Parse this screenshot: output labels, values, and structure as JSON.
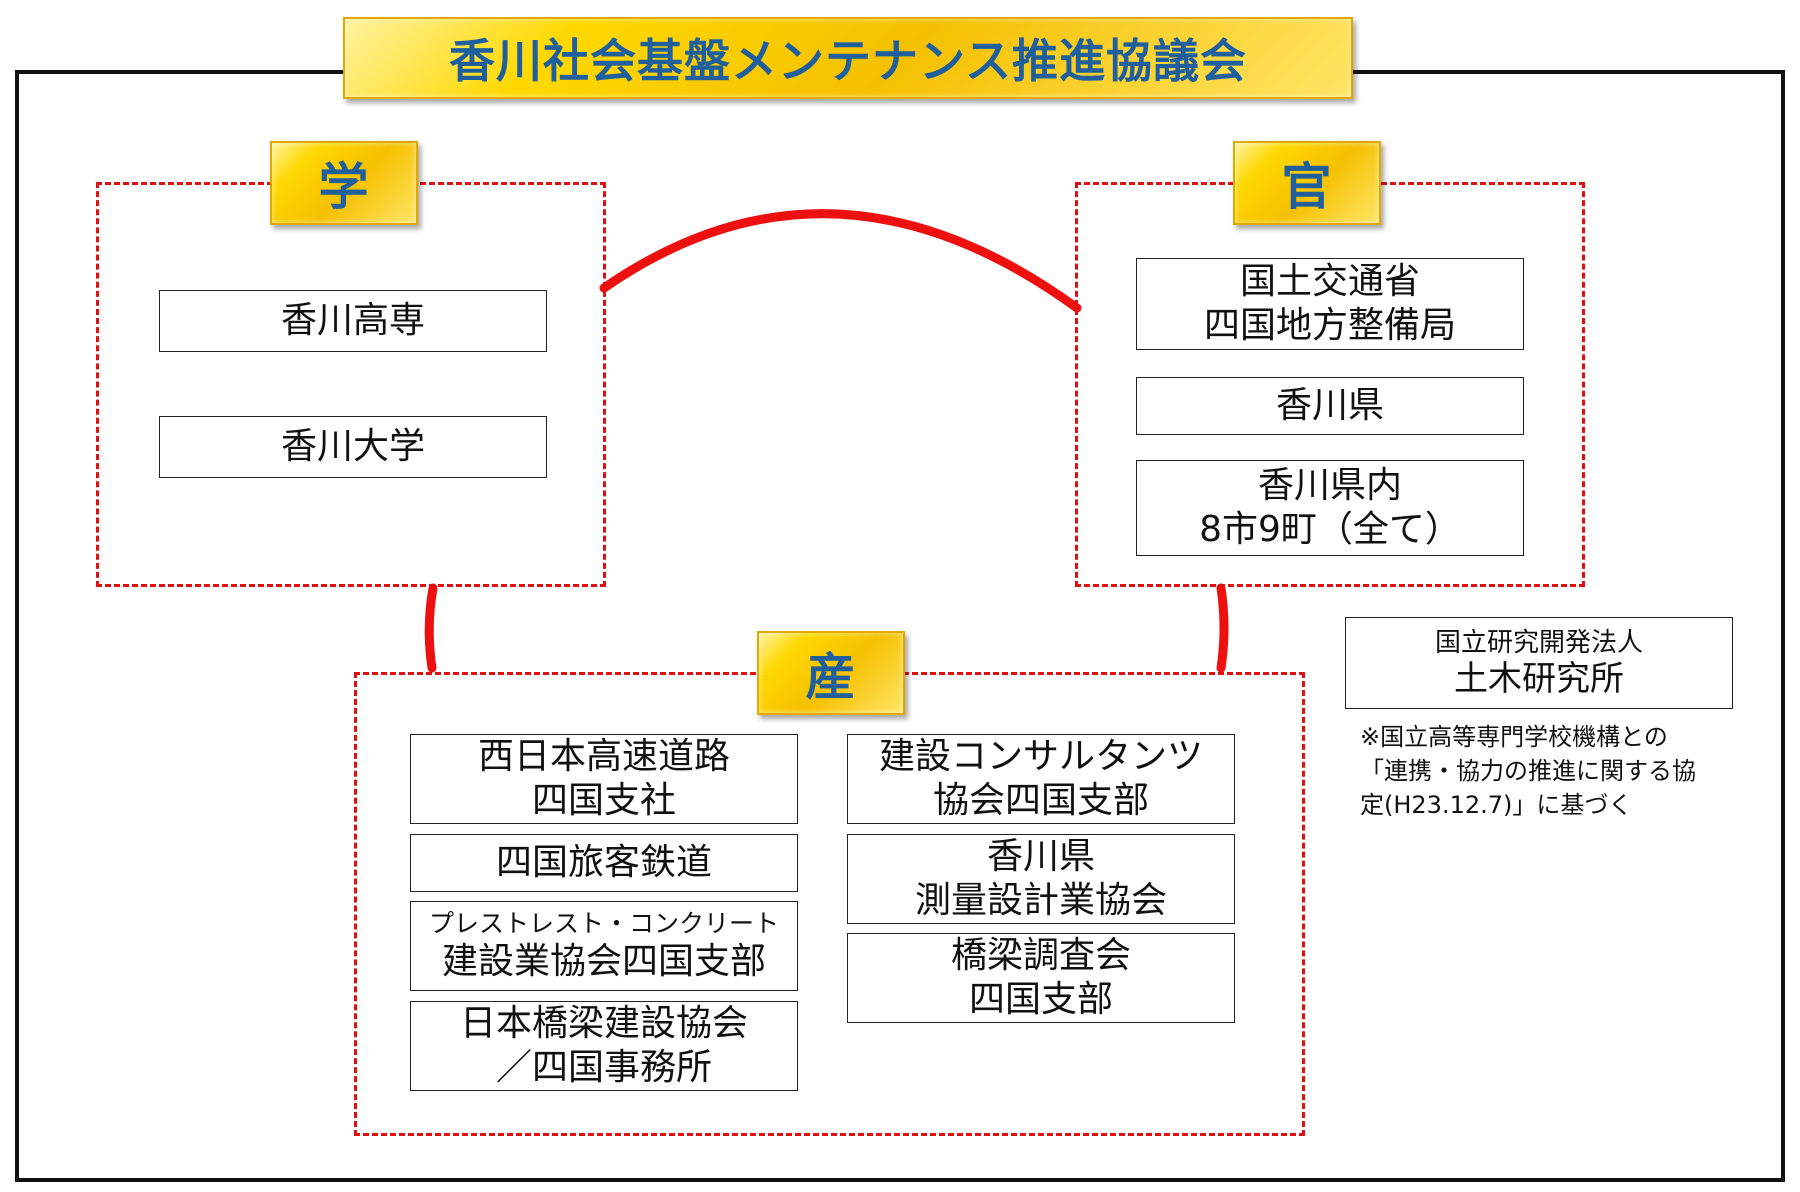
{
  "title": "香川社会基盤メンテナンス推進協議会",
  "colors": {
    "frame": "#111111",
    "dashed_border": "#e01010",
    "connector": "#ee0f0f",
    "label_text": "#1f5f9e",
    "label_fill": "#f5c000"
  },
  "sections": {
    "academia": {
      "label": "学",
      "orgs": [
        {
          "lines": [
            "香川高専"
          ]
        },
        {
          "lines": [
            "香川大学"
          ]
        }
      ]
    },
    "government": {
      "label": "官",
      "orgs": [
        {
          "lines": [
            "国土交通省",
            "四国地方整備局"
          ]
        },
        {
          "lines": [
            "香川県"
          ]
        },
        {
          "lines": [
            "香川県内",
            "8市9町（全て）"
          ]
        }
      ]
    },
    "industry": {
      "label": "産",
      "orgs_left": [
        {
          "lines": [
            "西日本高速道路",
            "四国支社"
          ]
        },
        {
          "lines": [
            "四国旅客鉄道"
          ]
        },
        {
          "small": "プレストレスト・コンクリート",
          "lines": [
            "建設業協会四国支部"
          ]
        },
        {
          "lines": [
            "日本橋梁建設協会",
            "／四国事務所"
          ]
        }
      ],
      "orgs_right": [
        {
          "lines": [
            "建設コンサルタンツ",
            "協会四国支部"
          ]
        },
        {
          "lines": [
            "香川県",
            "測量設計業協会"
          ]
        },
        {
          "lines": [
            "橋梁調査会",
            "四国支部"
          ]
        }
      ]
    }
  },
  "pwri": {
    "small": "国立研究開発法人",
    "name": "土木研究所"
  },
  "note_lines": [
    "※国立高等専門学校機構との",
    "「連携・協力の推進に関する協",
    "定(H23.12.7)」に基づく"
  ]
}
